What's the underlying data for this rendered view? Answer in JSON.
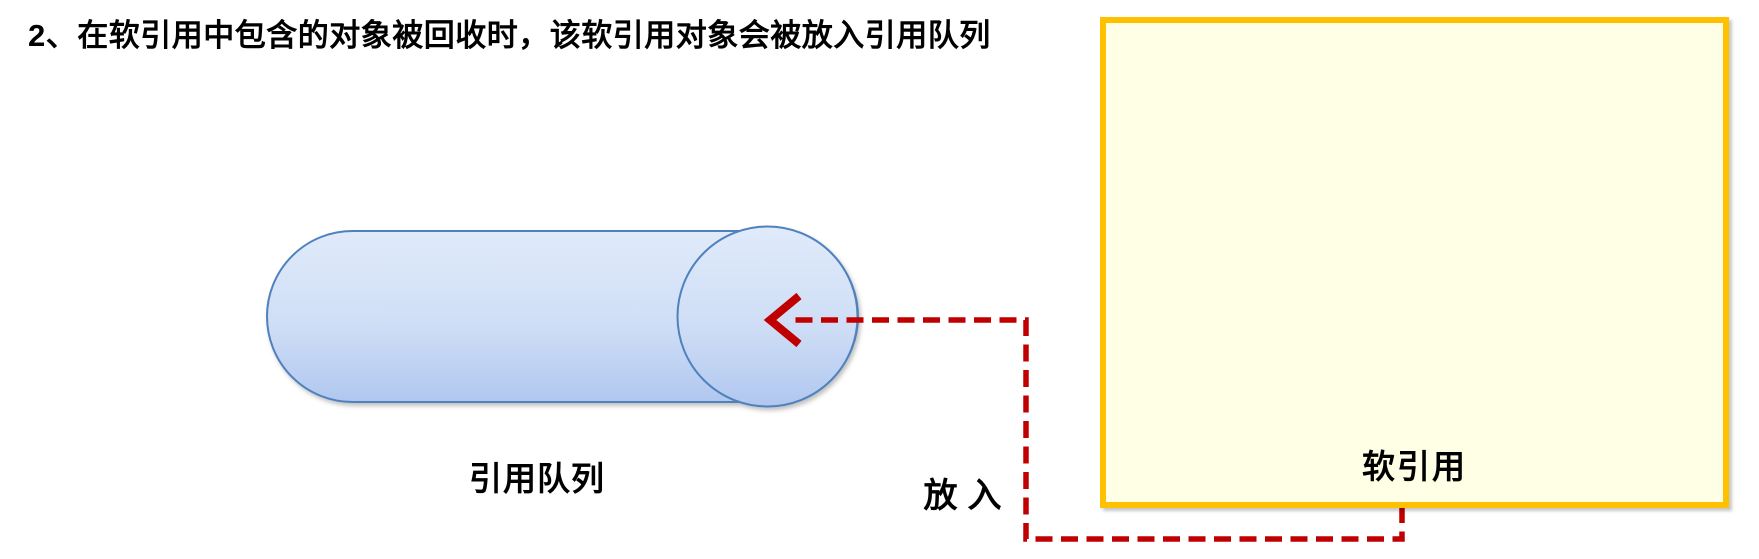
{
  "title": "2、在软引用中包含的对象被回收时，该软引用对象会被放入引用队列",
  "diagram": {
    "queue_label": "引用队列",
    "soft_ref_label": "软引用",
    "arrow_label": "放入",
    "colors": {
      "cylinder_fill_top": "#e0eafa",
      "cylinder_fill_mid": "#cfdef6",
      "cylinder_fill_bottom": "#b0c7ef",
      "cylinder_stroke": "#4f81bd",
      "box_fill": "#ffffe5",
      "box_border": "#ffc000",
      "arrow": "#c00000",
      "text": "#000000"
    }
  }
}
